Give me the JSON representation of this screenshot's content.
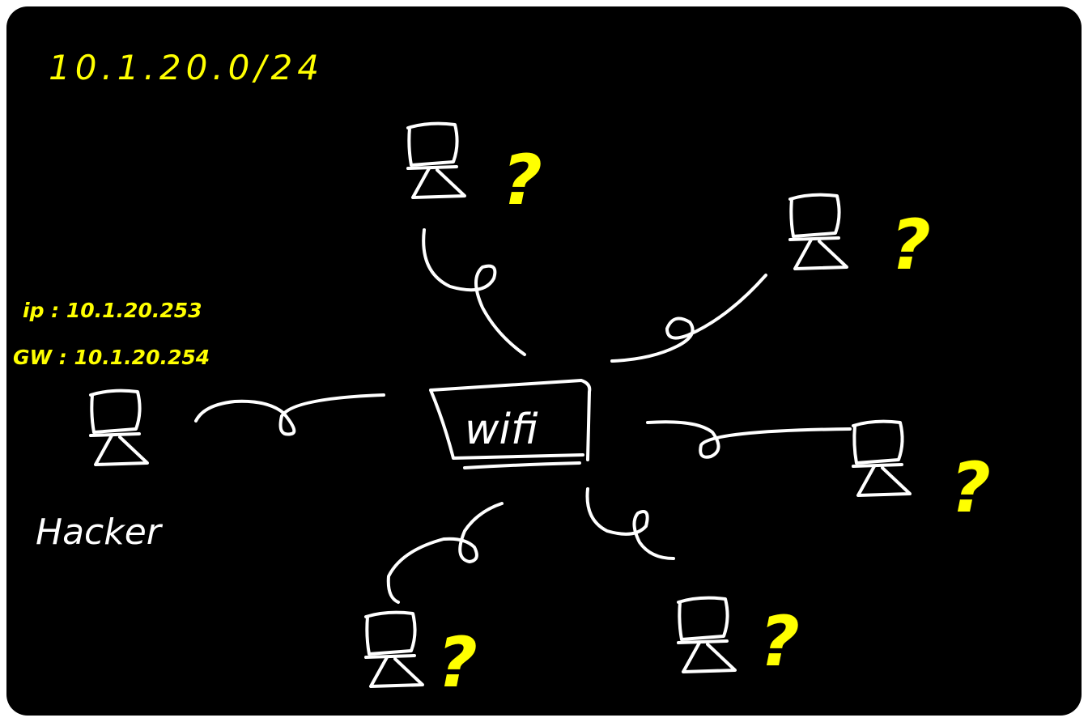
{
  "colors": {
    "frame_border": "#ffffff",
    "board_background": "#000000",
    "ink_white": "#ffffff",
    "ink_yellow": "#ffff00"
  },
  "labels": {
    "subnet": "10.1.20.0/24",
    "hacker_ip": "ip : 10.1.20.253",
    "hacker_gateway": "GW : 10.1.20.254",
    "hacker_name": "Hacker",
    "router": "wifi"
  },
  "nodes": {
    "hacker": {
      "role": "hacker",
      "icon": "computer-icon"
    },
    "router": {
      "role": "router",
      "icon": "wifi-router-box"
    },
    "unknown_hosts": [
      {
        "id": "top",
        "label": "?"
      },
      {
        "id": "upper-right",
        "label": "?"
      },
      {
        "id": "right",
        "label": "?"
      },
      {
        "id": "bottom-right",
        "label": "?"
      },
      {
        "id": "bottom",
        "label": "?"
      }
    ]
  },
  "edges": [
    {
      "from": "hacker",
      "to": "router"
    },
    {
      "from": "top",
      "to": "router"
    },
    {
      "from": "upper-right",
      "to": "router"
    },
    {
      "from": "right",
      "to": "router"
    },
    {
      "from": "bottom-right",
      "to": "router"
    },
    {
      "from": "bottom",
      "to": "router"
    }
  ]
}
